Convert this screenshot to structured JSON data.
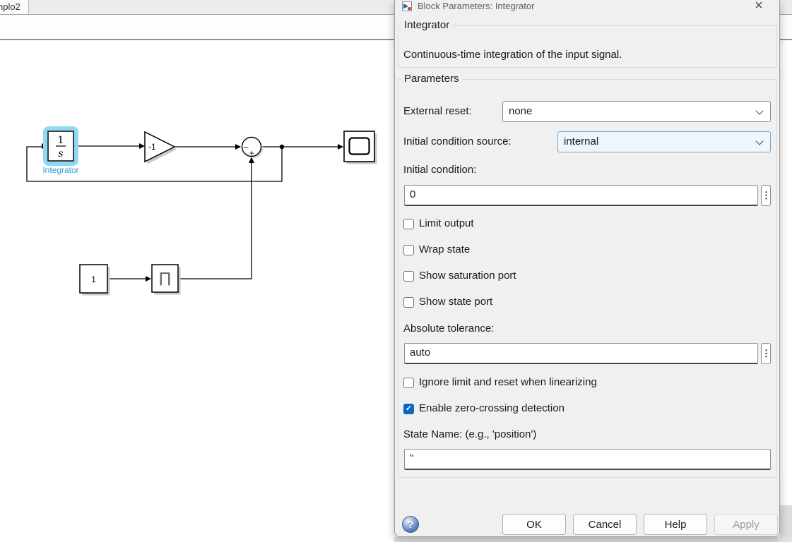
{
  "window": {
    "tab_label": "nplo2"
  },
  "diagram": {
    "integrator": {
      "numerator": "1",
      "denominator": "s",
      "label": "Integrator"
    },
    "gain": {
      "value": "-1"
    },
    "constant": {
      "value": "1"
    },
    "pulse": {
      "glyph": "Π"
    },
    "sum": {
      "minus": "–",
      "plus": "+"
    }
  },
  "dialog": {
    "title": "Block Parameters: Integrator",
    "close_glyph": "×",
    "block_group": {
      "title": "Integrator",
      "description": "Continuous-time integration of the input signal."
    },
    "params_group": {
      "title": "Parameters"
    },
    "fields": {
      "external_reset": {
        "label": "External reset:",
        "value": "none"
      },
      "ic_source": {
        "label": "Initial condition source:",
        "value": "internal"
      },
      "initial_condition": {
        "label": "Initial condition:",
        "value": "0"
      },
      "absolute_tolerance": {
        "label": "Absolute tolerance:",
        "value": "auto"
      },
      "state_name": {
        "label": "State Name: (e.g., 'position')",
        "value": "''"
      }
    },
    "checkboxes": [
      {
        "label": "Limit output",
        "checked": false
      },
      {
        "label": "Wrap state",
        "checked": false
      },
      {
        "label": "Show saturation port",
        "checked": false
      },
      {
        "label": "Show state port",
        "checked": false
      },
      {
        "label": "Ignore limit and reset when linearizing",
        "checked": false
      },
      {
        "label": "Enable zero-crossing detection",
        "checked": true
      }
    ],
    "buttons": {
      "ok": "OK",
      "cancel": "Cancel",
      "help": "Help",
      "apply": "Apply"
    },
    "icons": {
      "help": "?",
      "ellipsis": "⋮",
      "check": "✓"
    }
  },
  "colors": {
    "accent": "#0b67c0",
    "selection_halo": "#90d8f3",
    "block_label_blue": "#2aa3dc"
  }
}
